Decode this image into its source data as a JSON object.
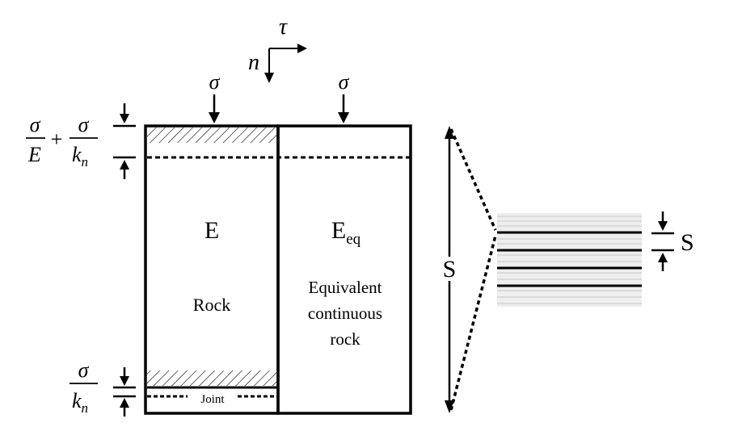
{
  "axes": {
    "tangential": "τ",
    "normal": "n"
  },
  "loads": {
    "stress_symbol": "σ"
  },
  "left_dimensions": {
    "top": {
      "num1": "σ",
      "den1": "E",
      "plus": "+",
      "num2": "σ",
      "den2": "k",
      "den2_sub": "n"
    },
    "bottom": {
      "num": "σ",
      "den": "k",
      "den_sub": "n"
    }
  },
  "rock_block": {
    "modulus": "E",
    "label": "Rock",
    "joint_label": "Joint"
  },
  "equivalent_block": {
    "modulus": "E",
    "modulus_sub": "eq",
    "label_lines": [
      "Equivalent",
      "continuous",
      "rock"
    ]
  },
  "spacing": {
    "block_span": "S",
    "joint_spacing": "S"
  },
  "colors": {
    "stroke": "#000000",
    "hatch": "#000000",
    "joint_set_fill": "#eeeeee"
  }
}
